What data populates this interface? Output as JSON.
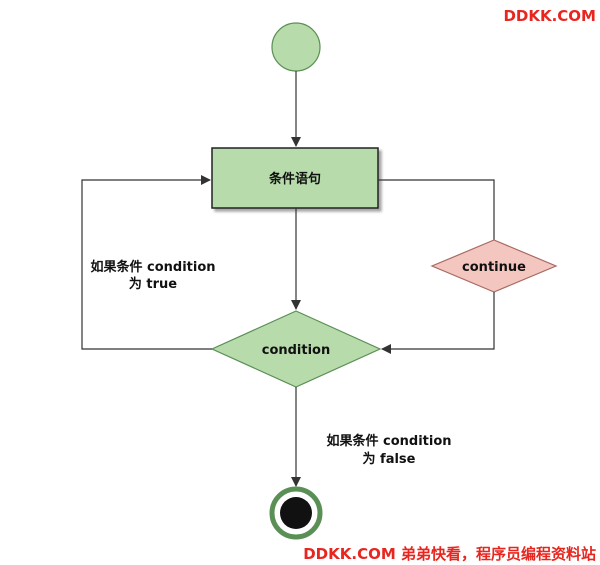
{
  "watermark": {
    "top": "DDKK.COM",
    "bottom": "DDKK.COM 弟弟快看，程序员编程资料站",
    "color": "#e8261f"
  },
  "diagram": {
    "statement_label": "条件语句",
    "condition_label": "condition",
    "continue_label": "continue",
    "true_label_line1": "如果条件 condition",
    "true_label_line2": "为 true",
    "false_label_line1": "如果条件 condition",
    "false_label_line2": "为 false"
  },
  "colors": {
    "green_fill": "#b7dbab",
    "green_stroke": "#5a8f55",
    "pink_fill": "#f4c6c0",
    "pink_stroke": "#a86a62",
    "line": "#333333",
    "end_node": "#111111"
  }
}
